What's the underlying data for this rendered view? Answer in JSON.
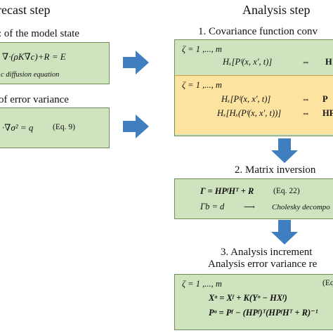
{
  "left": {
    "title": "recast step",
    "section1_title": ": of the model state",
    "section1_eq": "∇·(ρK∇c)+R = E",
    "section1_note": "c diffusion equation",
    "section2_title": "of error variance",
    "section2_eq": "·∇σ² = q",
    "section2_ref": "(Eq. 9)"
  },
  "right": {
    "title": "Analysis step",
    "step1_title": "1. Covariance function conv",
    "step1_line1": "ζ  =  1 ,..., m",
    "step1_line2": "Hₓ[Pᶠ(x, x′, t)]",
    "step1_line2_arrow": "⇔",
    "step1_line2_right": "H",
    "step1_yellow_line1": "ζ  =  1 ,..., m",
    "step1_yellow_line2": "Hₓ[Pᶠ(x, x′, t)]",
    "step1_yellow_line2_arrow": "⇔",
    "step1_yellow_line2_right": "P",
    "step1_yellow_line3": "Hₓ[Hₓ(Pᶠ(x, x′, t))]",
    "step1_yellow_line3_arrow": "⇔",
    "step1_yellow_line3_right": "HP",
    "step2_title": "2. Matrix inversion",
    "step2_line1": "Γ = HPᶠHᵀ + R",
    "step2_line1_ref": "(Eq. 22)",
    "step2_line2": "Γb = d",
    "step2_line2_note": "Cholesky decompo",
    "step3_title": "3. Analysis increment",
    "step3_subtitle": "Analysis error variance re",
    "step3_line1": "ζ  =  1 ,..., m",
    "step3_line1_ref": "(Eq",
    "step3_line2": "Xᵃ = Xᶠ + K(Yᵒ − HXᶠ)",
    "step3_line3": "Pᵃ = Pᶠ − (HPᶠ)ᵀ(HPᶠHᵀ + R)⁻¹"
  },
  "colors": {
    "green_box": "#cfe3bf",
    "yellow_box": "#fde3a0",
    "arrow": "#3f7fbf"
  }
}
